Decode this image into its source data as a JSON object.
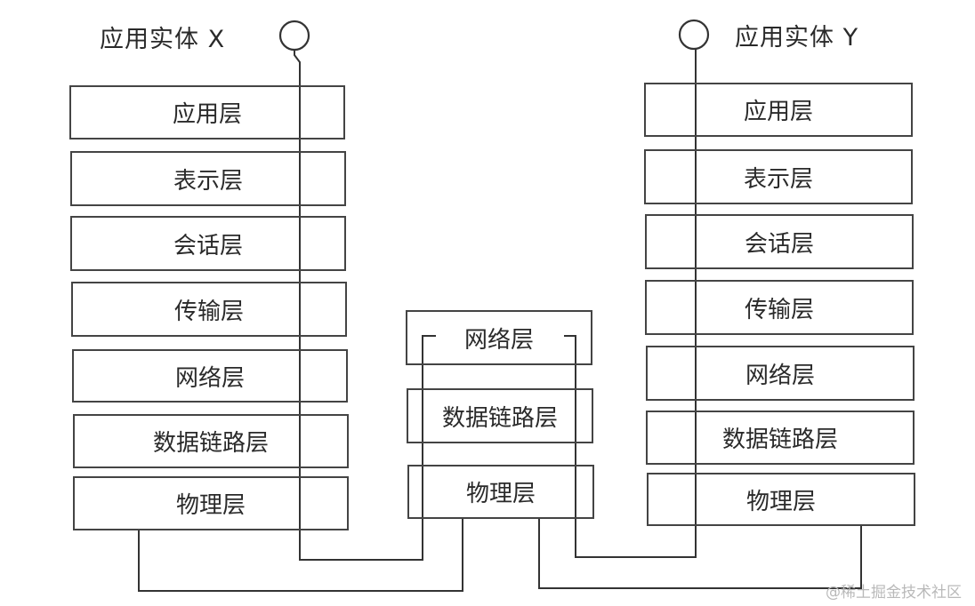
{
  "entity_x": {
    "title": "应用实体 X"
  },
  "entity_y": {
    "title": "应用实体 Y"
  },
  "stack_x": {
    "layers": [
      "应用层",
      "表示层",
      "会话层",
      "传输层",
      "网络层",
      "数据链路层",
      "物理层"
    ]
  },
  "stack_relay": {
    "layers": [
      "网络层",
      "数据链路层",
      "物理层"
    ]
  },
  "stack_y": {
    "layers": [
      "应用层",
      "表示层",
      "会话层",
      "传输层",
      "网络层",
      "数据链路层",
      "物理层"
    ]
  },
  "watermark": "@稀土掘金技术社区"
}
